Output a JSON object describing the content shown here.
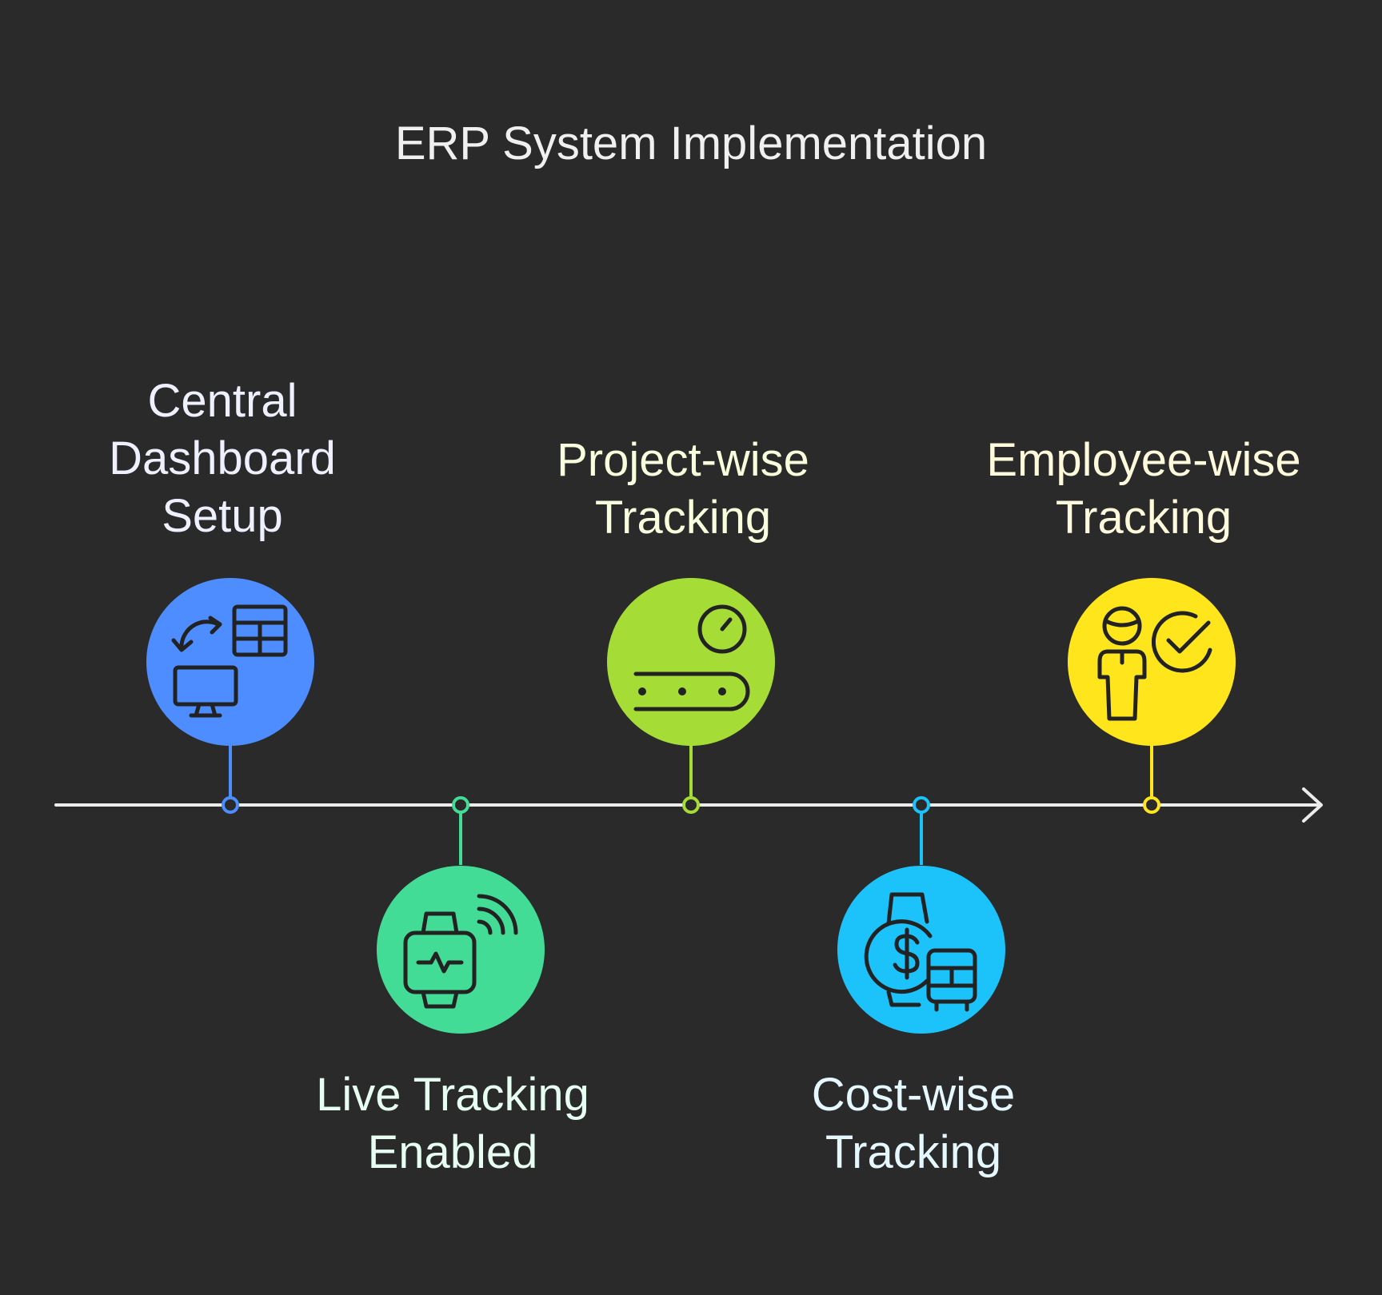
{
  "title": "ERP System Implementation",
  "steps": [
    {
      "lines": [
        "Central",
        "Dashboard",
        "Setup"
      ],
      "color": "#4d8dff",
      "text_color": "#eef0ff",
      "icon": "dashboard-setup-icon"
    },
    {
      "lines": [
        "Live Tracking",
        "Enabled"
      ],
      "color": "#42dc96",
      "text_color": "#e6fff2",
      "icon": "smartwatch-signal-icon"
    },
    {
      "lines": [
        "Project-wise",
        "Tracking"
      ],
      "color": "#a6dc36",
      "text_color": "#f7ffdc",
      "icon": "conveyor-gauge-icon"
    },
    {
      "lines": [
        "Cost-wise",
        "Tracking"
      ],
      "color": "#1cc2fa",
      "text_color": "#e6f8ff",
      "icon": "cost-watch-bus-icon"
    },
    {
      "lines": [
        "Employee-wise",
        "Tracking"
      ],
      "color": "#ffe51c",
      "text_color": "#fffadc",
      "icon": "employee-check-icon"
    }
  ]
}
